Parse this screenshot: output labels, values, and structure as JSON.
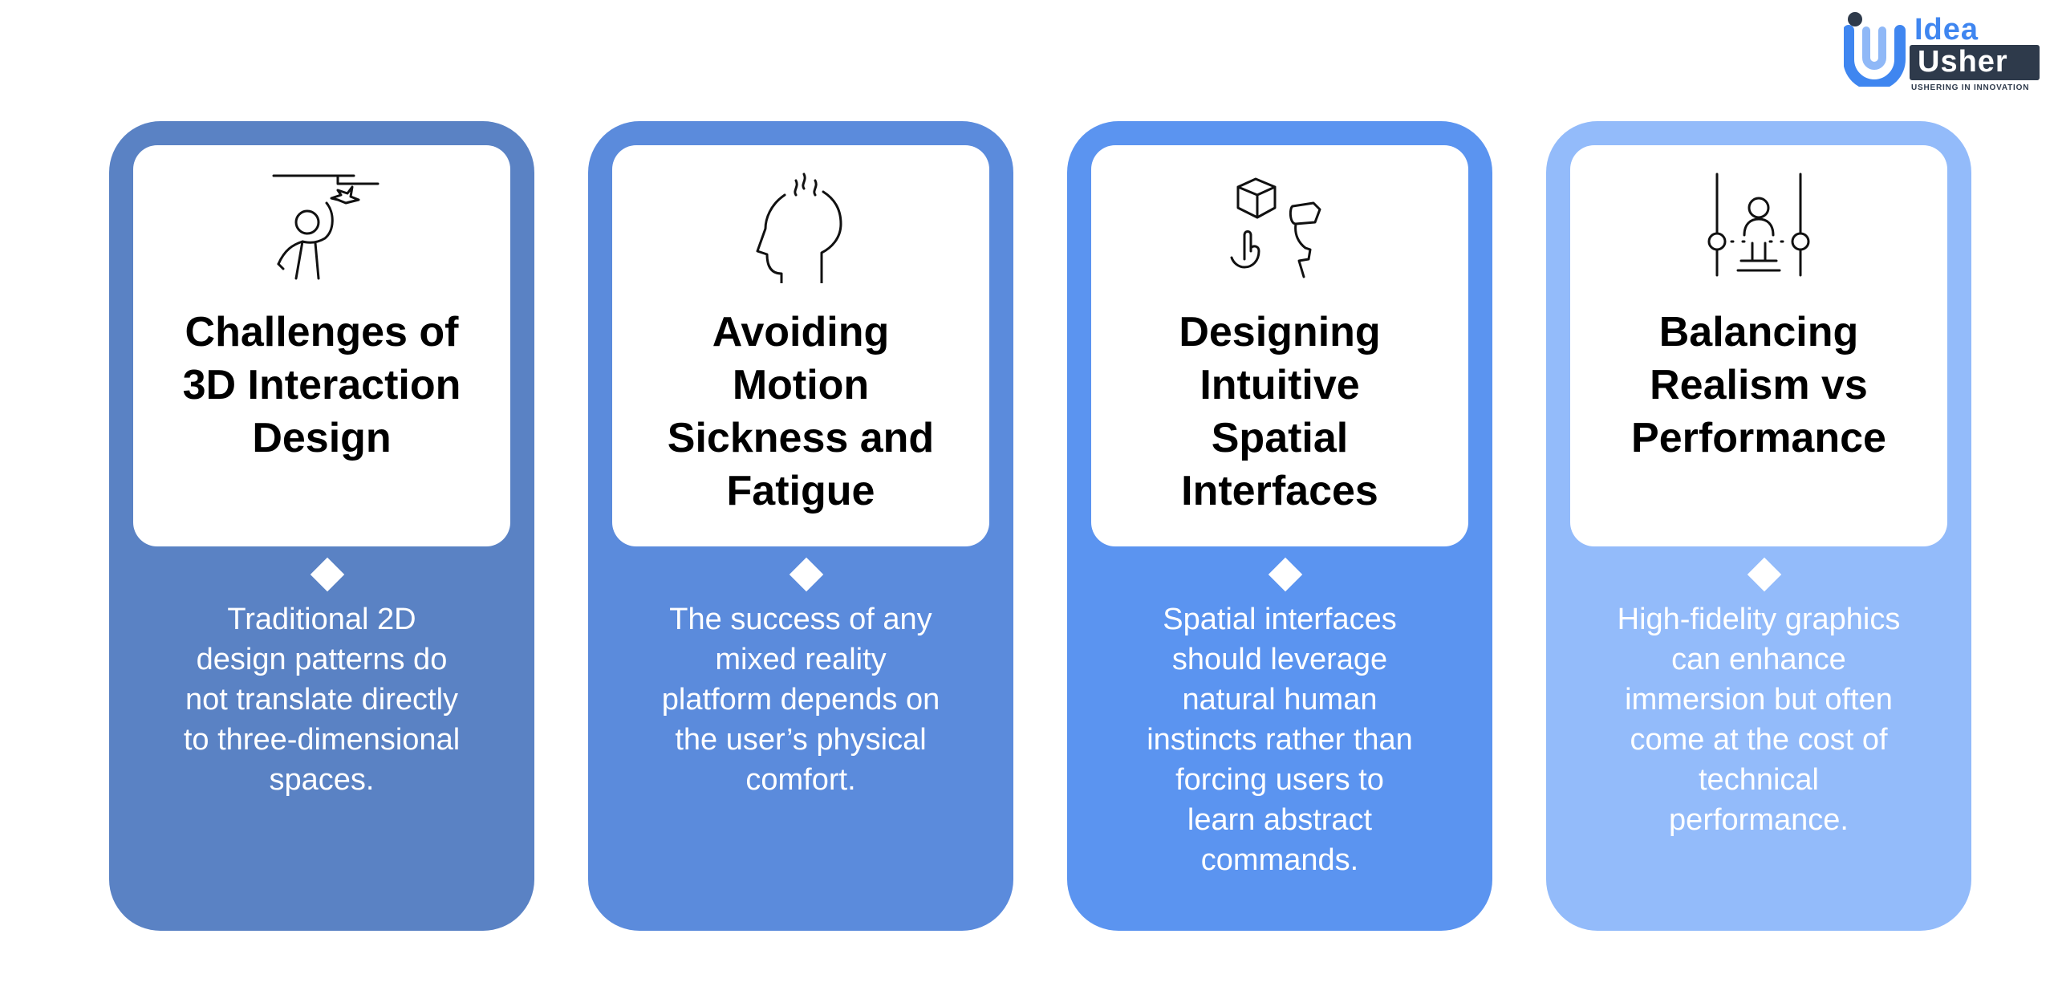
{
  "brand": {
    "logo_letter": "i",
    "word1": "Idea",
    "word2": "Usher",
    "tagline": "USHERING IN INNOVATION"
  },
  "cards": [
    {
      "icon": "person-reaching-icon",
      "color": "#5a82c4",
      "title": "Challenges of\n3D Interaction\nDesign",
      "description": "Traditional 2D\ndesign patterns do\nnot translate directly\nto three-dimensional\nspaces."
    },
    {
      "icon": "head-dizzy-icon",
      "color": "#5b8bdc",
      "title": "Avoiding\nMotion\nSickness and\nFatigue",
      "description": "The success of any\nmixed reality\nplatform depends on\nthe user’s physical\ncomfort."
    },
    {
      "icon": "vr-headset-cube-icon",
      "color": "#5b94f0",
      "title": "Designing\nIntuitive\nSpatial\nInterfaces",
      "description": "Spatial interfaces\nshould leverage\nnatural human\ninstincts rather than\nforcing users to\nlearn abstract\ncommands."
    },
    {
      "icon": "balance-performance-icon",
      "color": "#93bbfa",
      "title": "Balancing\nRealism vs\nPerformance",
      "description": "High-fidelity graphics\ncan enhance\nimmersion but often\ncome at the cost of\ntechnical\nperformance."
    }
  ]
}
